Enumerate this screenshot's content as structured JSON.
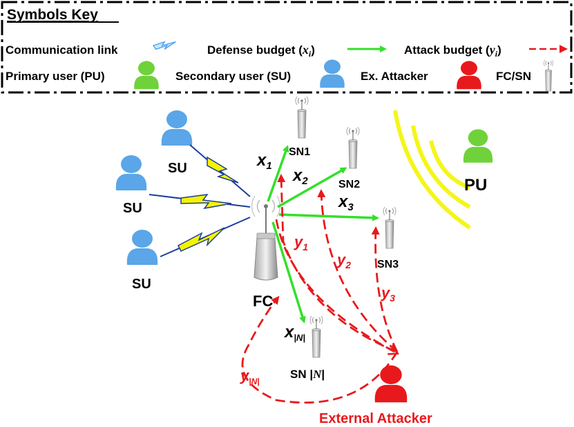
{
  "key": {
    "title": "Symbols Key",
    "communication_link": "Communication link",
    "defense_budget": "Defense budget (",
    "defense_var": "x",
    "defense_sub": "i",
    "attack_budget": "Attack budget (",
    "attack_var": "y",
    "attack_sub": "i",
    "close_paren": ")",
    "primary_user": "Primary user (PU)",
    "secondary_user": "Secondary user (SU)",
    "ex_attacker": "Ex. Attacker",
    "fc_sn": "FC/SN"
  },
  "nodes": {
    "su": "SU",
    "pu": "PU",
    "fc": "FC",
    "sn1": "SN1",
    "sn2": "SN2",
    "sn3": "SN3",
    "snN_prefix": "SN |",
    "snN_var": "N",
    "snN_suffix": "|",
    "external_attacker": "External Attacker"
  },
  "defense_labels": {
    "x": "x",
    "s1": "1",
    "s2": "2",
    "s3": "3",
    "sN": "|N|"
  },
  "attack_labels": {
    "y": "y",
    "s1": "1",
    "s2": "2",
    "s3": "3",
    "sN": "|N|"
  },
  "colors": {
    "defense_arrow": "#33e02a",
    "attack_arrow": "#e8191c",
    "link_bolt": "#f4f400",
    "su_body": "#5aa6e8",
    "pu_body": "#6fd23a",
    "attacker_body": "#e8191c",
    "pu_signal": "#f5f51a"
  },
  "icons": {
    "su": "person-icon",
    "pu": "person-icon",
    "attacker": "person-icon",
    "fc": "antenna-tower-icon",
    "sn": "antenna-icon",
    "link": "lightning-bolt-icon"
  }
}
